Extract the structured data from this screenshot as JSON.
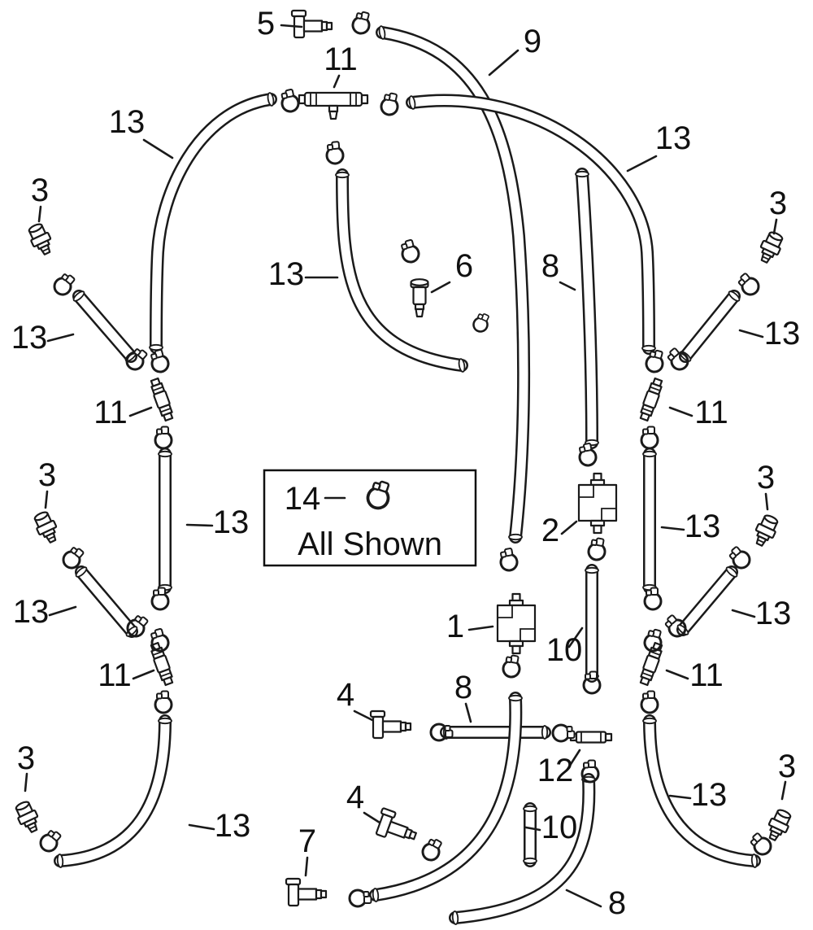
{
  "colors": {
    "background": "#ffffff",
    "line": "#1a1a1a"
  },
  "icons": {
    "clamp": "hose-clamp-icon"
  },
  "legend_box": {
    "ref": "14",
    "caption": "All Shown"
  },
  "callouts": [
    "5",
    "11",
    "9",
    "13",
    "13",
    "3",
    "3",
    "13",
    "13",
    "6",
    "8",
    "13",
    "11",
    "11",
    "3",
    "3",
    "13",
    "2",
    "13",
    "13",
    "1",
    "10",
    "13",
    "11",
    "11",
    "4",
    "8",
    "12",
    "3",
    "3",
    "13",
    "4",
    "10",
    "13",
    "7",
    "8"
  ]
}
